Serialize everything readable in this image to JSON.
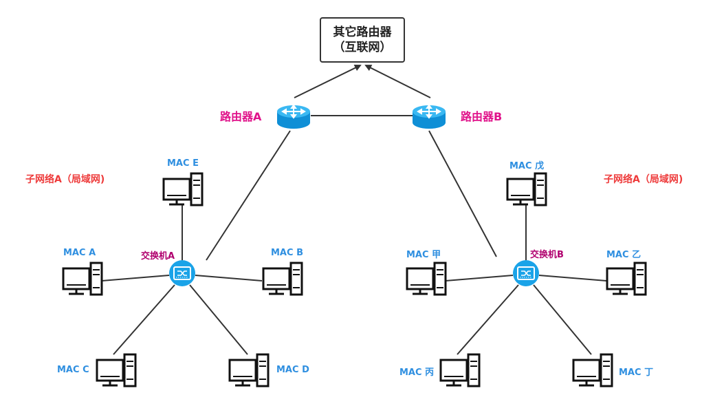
{
  "internet": {
    "line1": "其它路由器",
    "line2": "（互联网）"
  },
  "routers": {
    "a": "路由器A",
    "b": "路由器B"
  },
  "switches": {
    "a": "交换机A",
    "b": "交换机B"
  },
  "subnets": {
    "left": "子网络A（局域网)",
    "right": "子网络A（局域网)"
  },
  "hosts": {
    "e": "MAC E",
    "a": "MAC A",
    "b": "MAC B",
    "c": "MAC C",
    "d": "MAC D",
    "wu": "MAC 戊",
    "jia": "MAC 甲",
    "yi": "MAC 乙",
    "bing": "MAC 丙",
    "ding": "MAC 丁"
  },
  "colors": {
    "router": "#1aa3e8",
    "switch": "#1aa3e8",
    "mac_label": "#2f8fe0",
    "router_label": "#e0128a",
    "subnet_label": "#ee3b3b"
  },
  "icons": {
    "router": "router-icon",
    "switch": "switch-icon",
    "computer": "computer-icon"
  }
}
